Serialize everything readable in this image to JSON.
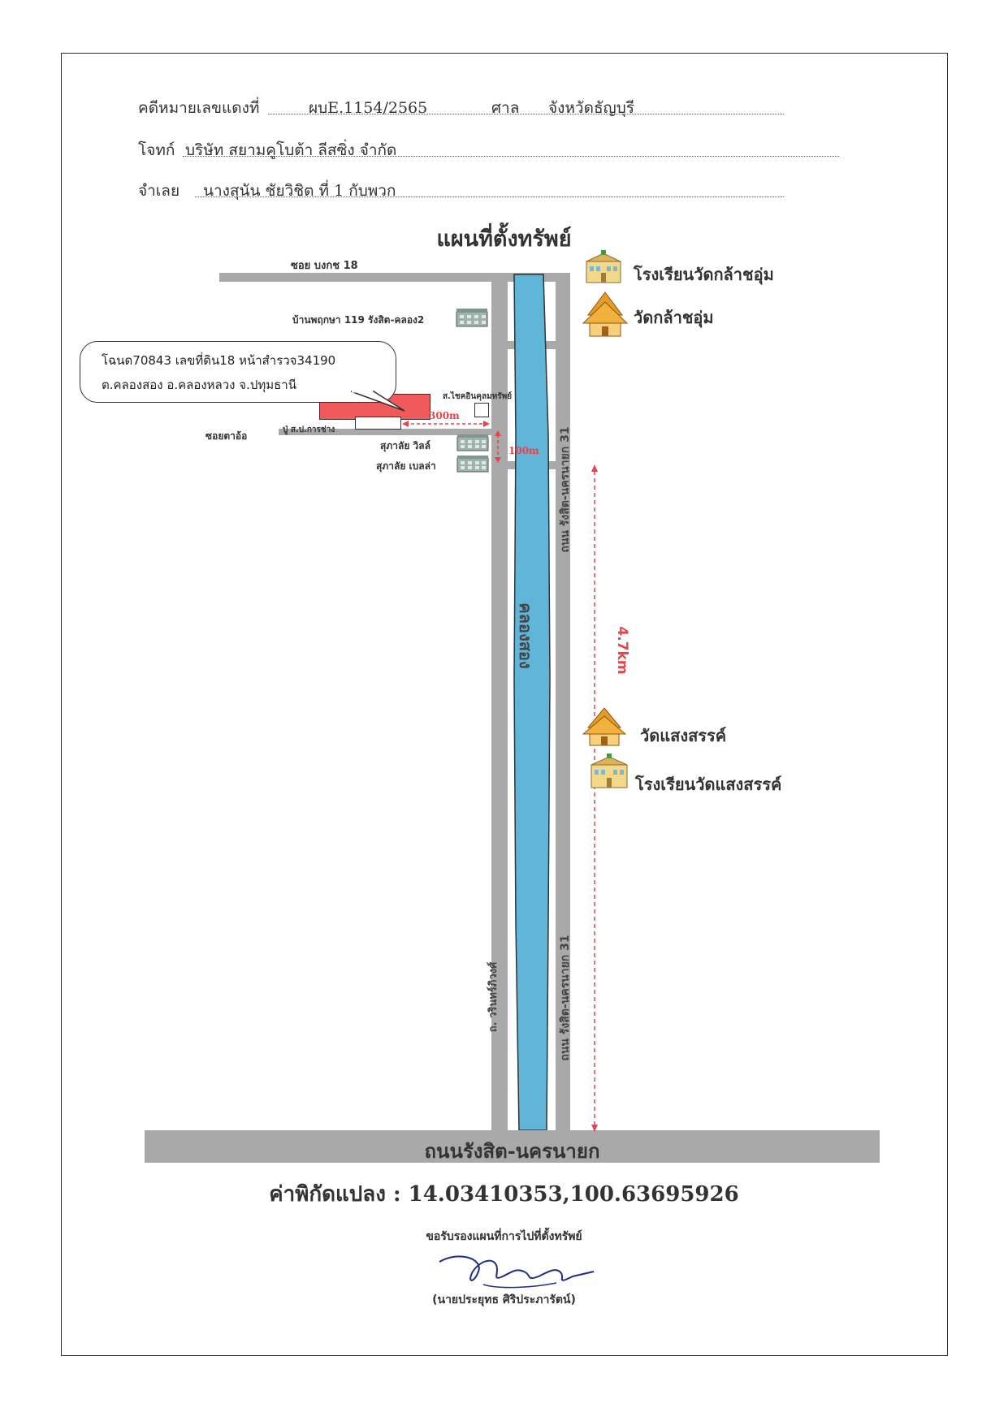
{
  "header": {
    "case_label": "คดีหมายเลขแดงที่",
    "case_no": "ผบE.1154/2565",
    "court_label": "ศาล",
    "court_name": "จังหวัดธัญบุรี",
    "plaintiff_label": "โจทก์",
    "plaintiff_name": "บริษัท สยามคูโบต้า ลีสซิ่ง จำกัด",
    "defendant_label": "จำเลย",
    "defendant_name": "นางสุนัน ชัยวิชิต ที่ 1 กับพวก"
  },
  "title": "แผนที่ตั้งทรัพย์",
  "map": {
    "top_road": "ซอย บงกช 18",
    "village": "บ้านพฤกษา 119 รังสิต-คลอง2",
    "callout_line1": "โฉนด70843 เลขที่ดิน18 หน้าสำรวจ34190",
    "callout_line2": "ต.คลองสอง อ.คลองหลวง จ.ปทุมธานี",
    "shop_label": "ส.ไชคอินคุลมทรัพย์",
    "side_road": "ซอยตาอ้อ",
    "office_label": "ปู่ ส.ป.การช่าง",
    "dist_300": "300m",
    "dist_100": "100m",
    "dist_47": "4.7km",
    "apt1": "สุภาลัย วิลล์",
    "apt2": "สุภาลัย เบลล่า",
    "canal": "คลองสอง",
    "right_road_top": "ถนน รังสิต-นครนายก 31",
    "right_road_bottom": "ถนน รังสิต-นครนายก 31",
    "left_road_bottom": "ถ. วรินทร์ภิวงศ์",
    "school1": "โรงเรียนวัดกล้าชอุ่ม",
    "temple1": "วัดกล้าชอุ่ม",
    "temple2": "วัดแสงสรรค์",
    "school2": "โรงเรียนวัดแสงสรรค์",
    "main_road": "ถนนรังสิต-นครนายก"
  },
  "coordinates": "ค่าพิกัดแปลง : 14.03410353,100.63695926",
  "certify": "ขอรับรองแผนที่การไปที่ตั้งทรัพย์",
  "signer": "(นายประยุทธ ศิริประภารัตน์)",
  "colors": {
    "canal": "#5fb6d8",
    "road": "#a9a9a9",
    "parcel": "#f05a5a",
    "distance": "#e8434c",
    "temple": "#e69a2a"
  }
}
